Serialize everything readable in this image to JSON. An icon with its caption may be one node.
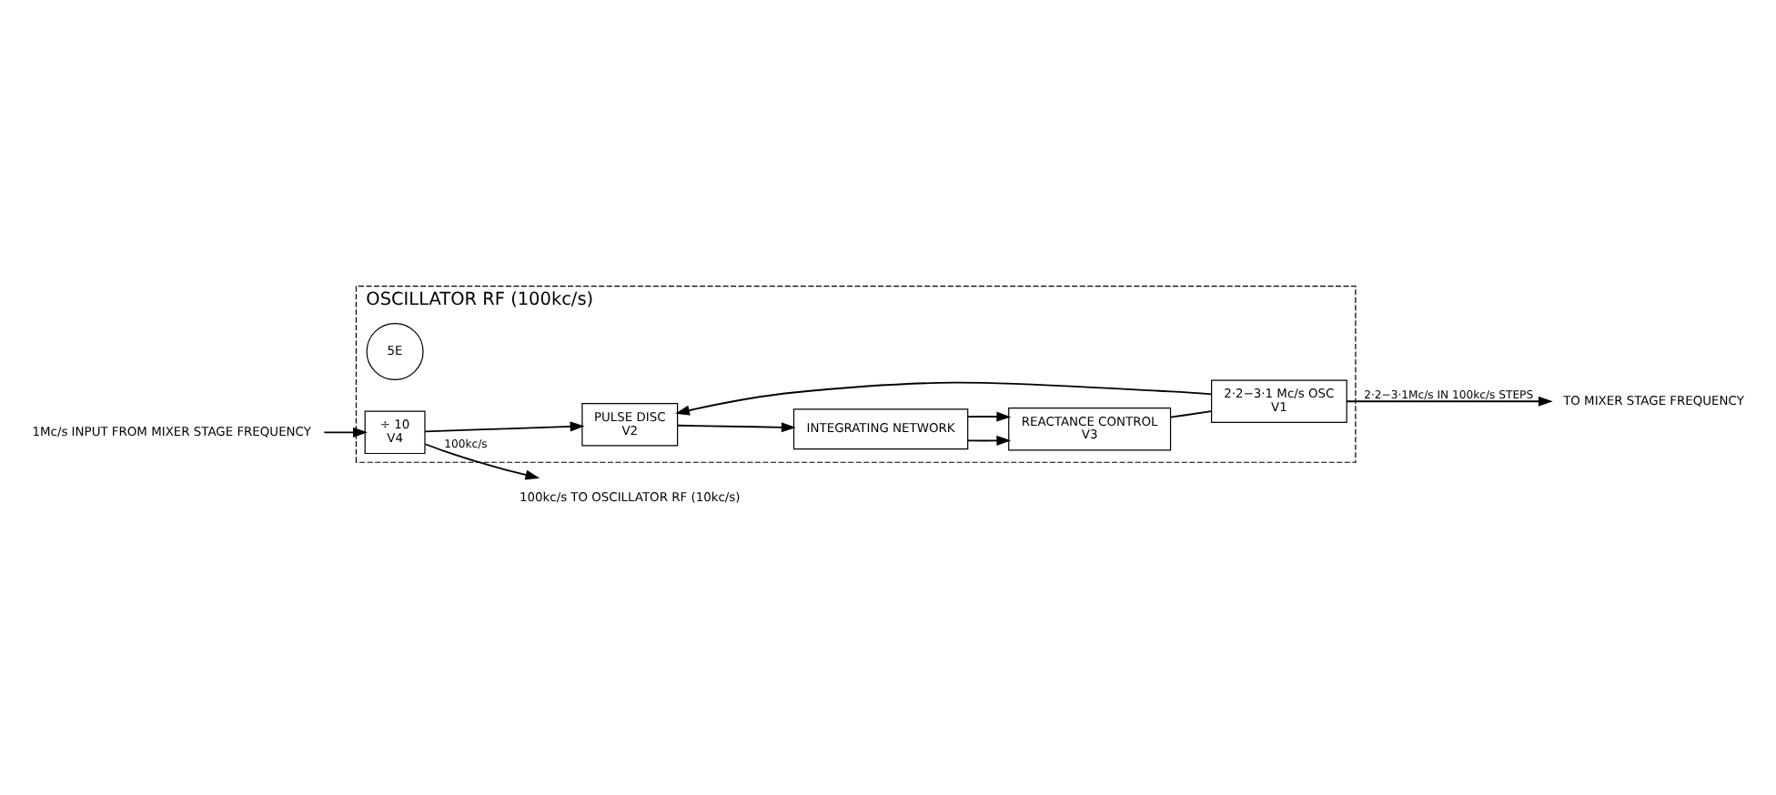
{
  "diagram": {
    "nodes": [
      {
        "text": [
          "OSCILLATOR RF (100kc/s)"
        ]
      },
      {
        "text": [
          "5E"
        ],
        "in": 0
      },
      {
        "text": [
          "1Mc/s INPUT FROM MIXER STAGE FREQUENCY"
        ]
      },
      {
        "text": [
          "÷ 10",
          "V4"
        ],
        "in": 0
      },
      {
        "text": [
          "PULSE DISC",
          "V2"
        ],
        "in": 0
      },
      {
        "text": [
          "2·2−3·1 Mc/s OSC",
          "V1"
        ],
        "in": 0
      },
      {
        "text": [
          "INTEGRATING NETWORK"
        ],
        "in": 0
      },
      {
        "text": [
          "REACTANCE CONTROL",
          "V3"
        ],
        "in": 0
      },
      {
        "text": [
          "TO MIXER STAGE FREQUENCY"
        ]
      },
      {
        "text": [
          "100kc/s TO OSCILLATOR RF (10kc/s)"
        ]
      }
    ],
    "edges": [
      {
        "from": 2,
        "to": 3,
        "arrow": "to"
      },
      {
        "from": 3,
        "to": 4,
        "arrow": "to"
      },
      {
        "from": 5,
        "to": 4,
        "arrow": "to"
      },
      {
        "from": 5,
        "to": 8,
        "arrow": "to",
        "label": "2·2−3·1Mc/s IN 100kc/s STEPS"
      },
      {
        "from": 3,
        "to": 9,
        "arrow": "to",
        "label": "100kc/s"
      },
      {
        "from": 4,
        "to": 6,
        "arrow": "to"
      },
      {
        "from": 6,
        "to": 7,
        "arrow": "to"
      },
      {
        "from": 6,
        "to": 7,
        "arrow": "to"
      },
      {
        "from": 7,
        "to": 5,
        "arrow": "none"
      }
    ]
  }
}
